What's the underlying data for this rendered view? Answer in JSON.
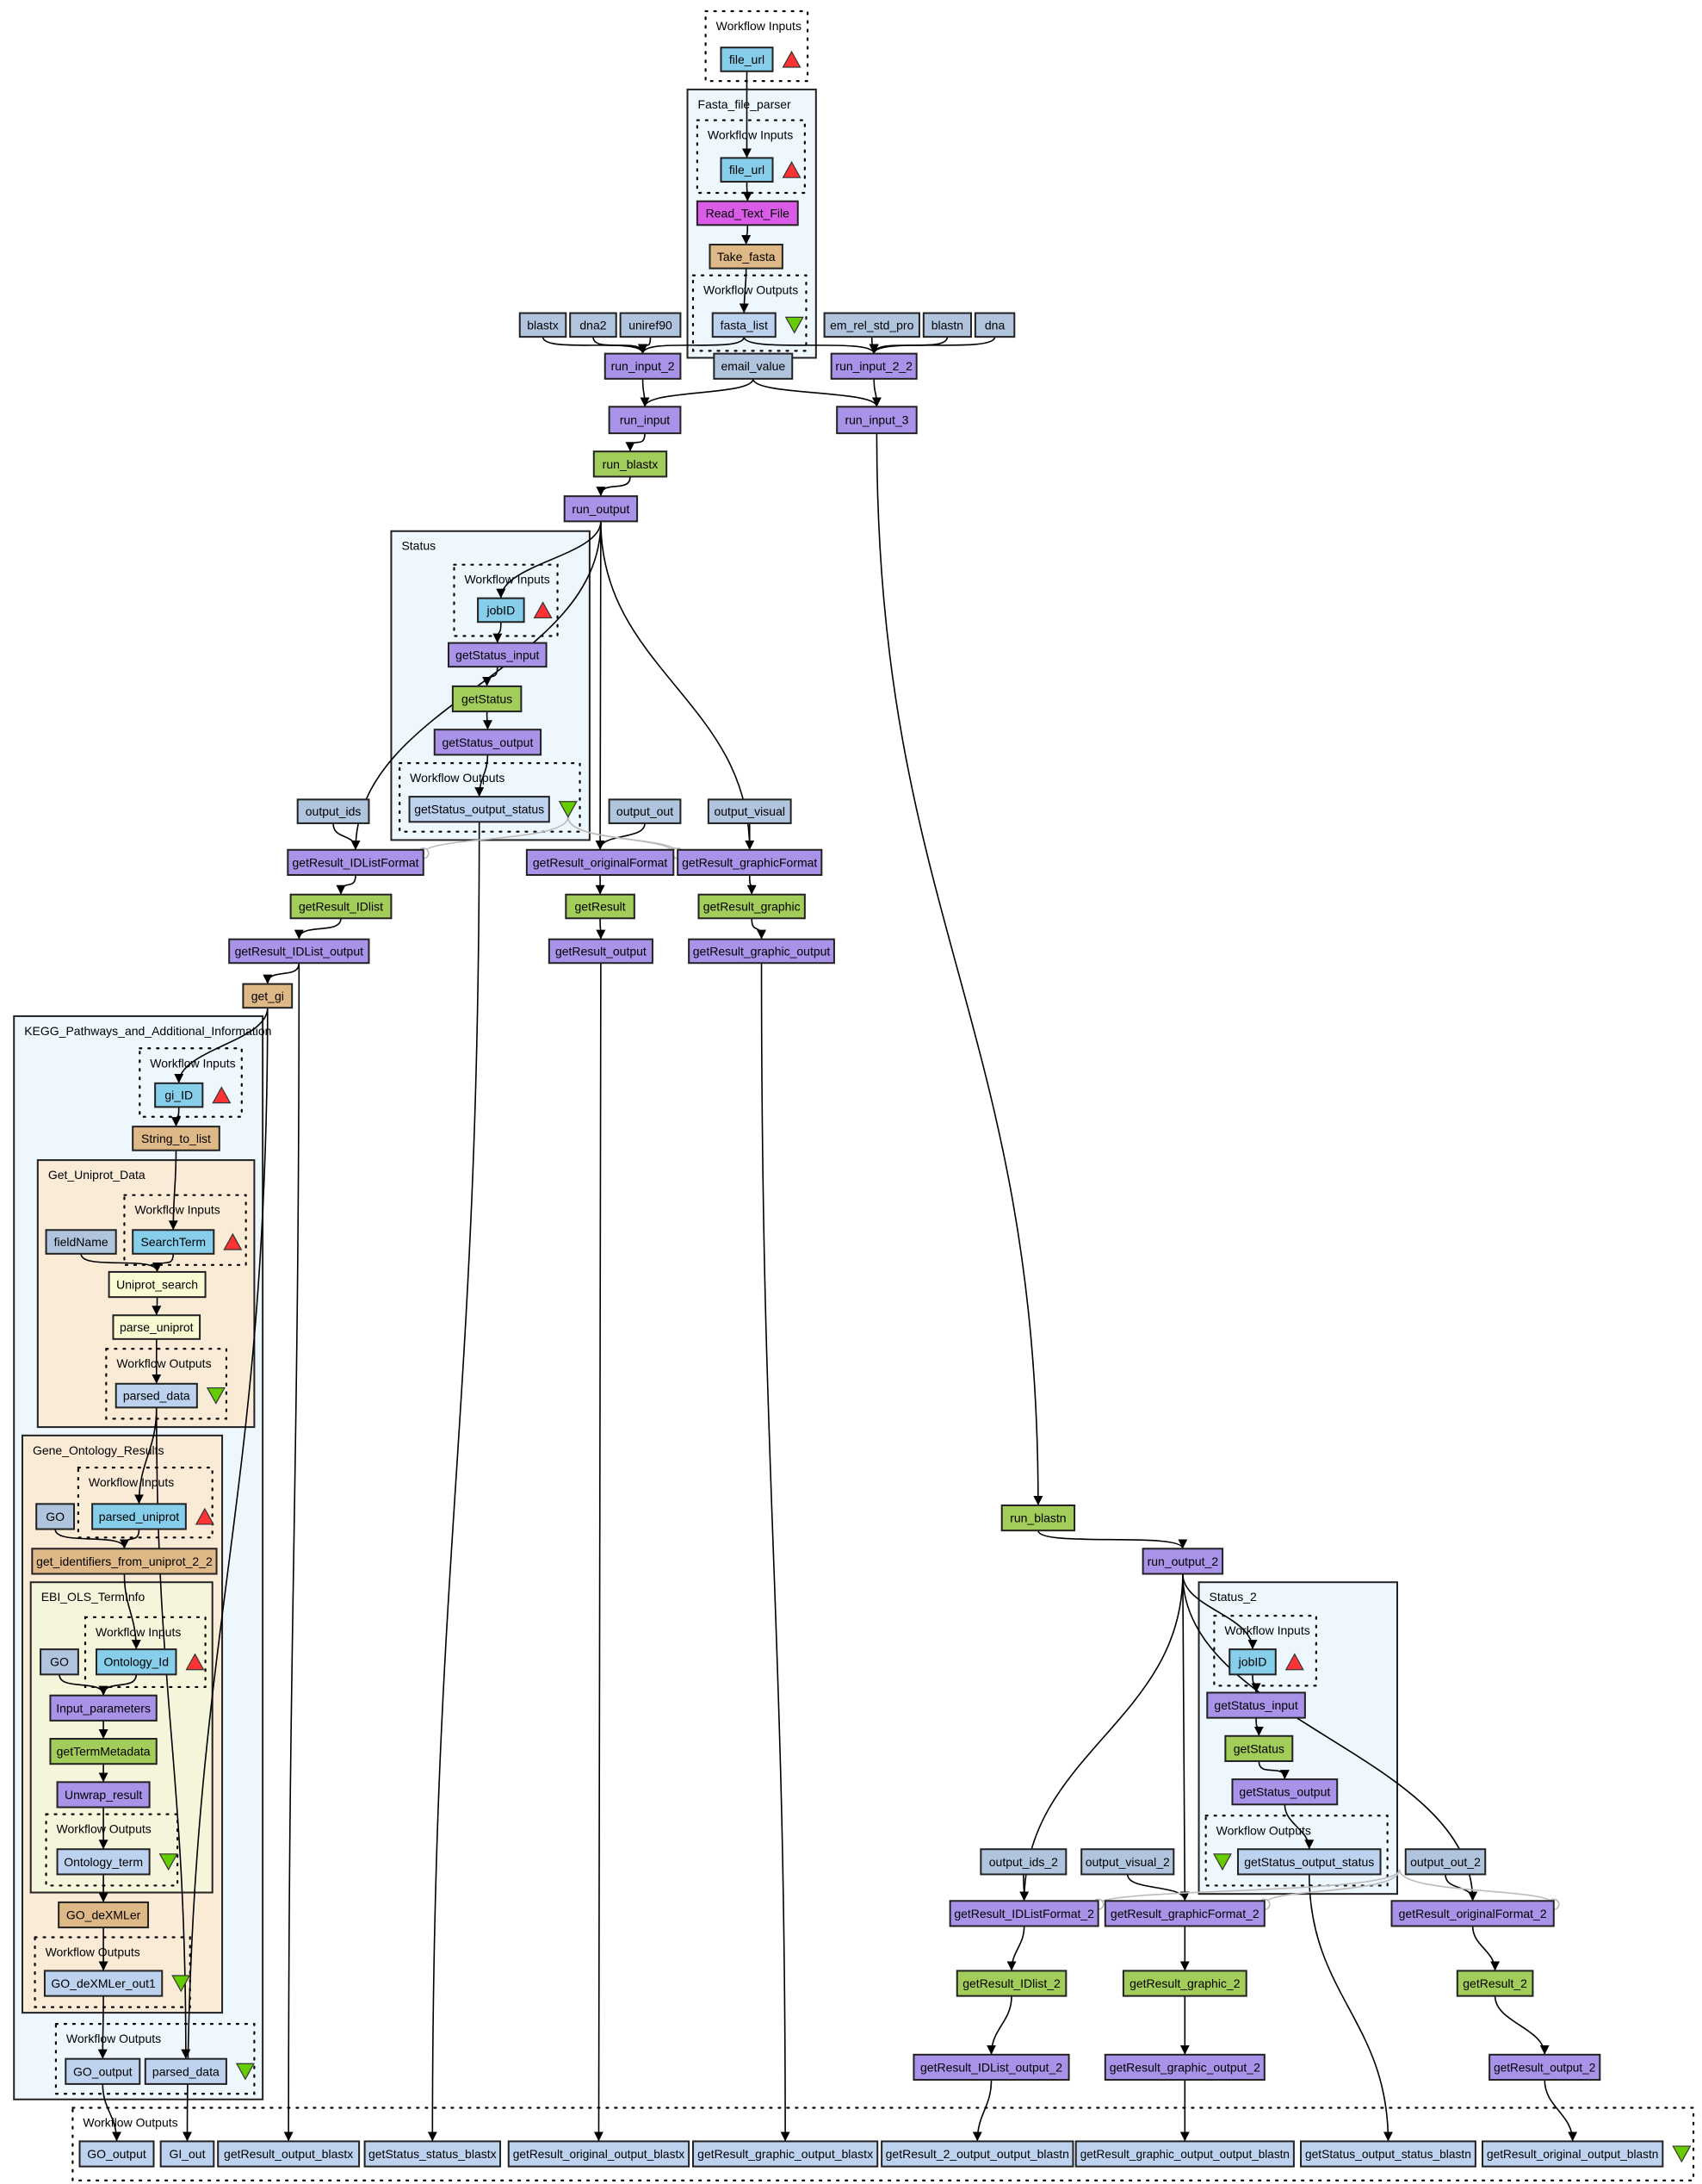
{
  "colors": {
    "input_port": "#87ceeb",
    "constant": "#b0c4de",
    "output_port": "#bcd2ee",
    "service_purple": "#a993e9",
    "service_green": "#a2cd5a",
    "beanshell": "#deb887",
    "local_worker": "#da5be8",
    "xpath": "#fafad2",
    "cluster_blue": "#eef6fe",
    "cluster_tan": "#faebd7",
    "cluster_olive": "#f5f5dc",
    "input_marker": "#ff3333",
    "output_marker": "#66cc00"
  },
  "clusters": {
    "top_inputs": "Workflow Inputs",
    "fasta_parser": "Fasta_file_parser",
    "fasta_inputs": "Workflow Inputs",
    "fasta_outputs": "Workflow Outputs",
    "status": "Status",
    "status_inputs": "Workflow Inputs",
    "status_outputs": "Workflow Outputs",
    "kegg": "KEGG_Pathways_and_Additional_Information",
    "kegg_inputs": "Workflow Inputs",
    "uniprot": "Get_Uniprot_Data",
    "uniprot_inputs": "Workflow Inputs",
    "uniprot_outputs": "Workflow Outputs",
    "go_results": "Gene_Ontology_Results",
    "go_inputs": "Workflow Inputs",
    "ebi": "EBI_OLS_TermInfo",
    "ebi_inputs": "Workflow Inputs",
    "ebi_outputs": "Workflow Outputs",
    "go_outputs": "Workflow Outputs",
    "kegg_outputs": "Workflow Outputs",
    "status2": "Status_2",
    "status2_inputs": "Workflow Inputs",
    "status2_outputs": "Workflow Outputs",
    "main_outputs": "Workflow Outputs"
  },
  "nodes": {
    "file_url_top": "file_url",
    "file_url_inner": "file_url",
    "read_text_file": "Read_Text_File",
    "take_fasta": "Take_fasta",
    "fasta_list": "fasta_list",
    "blastx": "blastx",
    "dna2": "dna2",
    "uniref90": "uniref90",
    "em_rel_std_pro": "em_rel_std_pro",
    "blastn": "blastn",
    "dna": "dna",
    "run_input_2": "run_input_2",
    "email_value": "email_value",
    "run_input_2_2": "run_input_2_2",
    "run_input": "run_input",
    "run_input_3": "run_input_3",
    "run_blastx": "run_blastx",
    "run_output": "run_output",
    "jobid": "jobID",
    "getstatus_input": "getStatus_input",
    "getstatus": "getStatus",
    "getstatus_output": "getStatus_output",
    "getstatus_output_status": "getStatus_output_status",
    "output_ids": "output_ids",
    "output_out": "output_out",
    "output_visual": "output_visual",
    "getresult_idlistformat": "getResult_IDListFormat",
    "getresult_originalformat": "getResult_originalFormat",
    "getresult_graphicformat": "getResult_graphicFormat",
    "getresult_idlist": "getResult_IDlist",
    "getresult": "getResult",
    "getresult_graphic": "getResult_graphic",
    "getresult_idlist_output": "getResult_IDList_output",
    "getresult_output": "getResult_output",
    "getresult_graphic_output": "getResult_graphic_output",
    "get_gi": "get_gi",
    "gi_id": "gi_ID",
    "string_to_list": "String_to_list",
    "fieldname": "fieldName",
    "searchterm": "SearchTerm",
    "uniprot_search": "Uniprot_search",
    "parse_uniprot": "parse_uniprot",
    "parsed_data_inner": "parsed_data",
    "go_const_1": "GO",
    "parsed_uniprot": "parsed_uniprot",
    "get_identifiers": "get_identifiers_from_uniprot_2_2",
    "go_const_2": "GO",
    "ontology_id": "Ontology_Id",
    "input_parameters": "Input_parameters",
    "gettermmetadata": "getTermMetadata",
    "unwrap_result": "Unwrap_result",
    "ontology_term": "Ontology_term",
    "go_dexmler": "GO_deXMLer",
    "go_dexmler_out1": "GO_deXMLer_out1",
    "go_output_inner": "GO_output",
    "parsed_data_outer": "parsed_data",
    "run_blastn": "run_blastn",
    "run_output_2": "run_output_2",
    "jobid_2": "jobID",
    "getstatus_input_2": "getStatus_input",
    "getstatus_2": "getStatus",
    "getstatus_output_2": "getStatus_output",
    "getstatus_output_status_2": "getStatus_output_status",
    "output_ids_2": "output_ids_2",
    "output_visual_2": "output_visual_2",
    "output_out_2": "output_out_2",
    "getresult_idlistformat_2": "getResult_IDListFormat_2",
    "getresult_graphicformat_2": "getResult_graphicFormat_2",
    "getresult_originalformat_2": "getResult_originalFormat_2",
    "getresult_idlist_2": "getResult_IDlist_2",
    "getresult_graphic_2": "getResult_graphic_2",
    "getresult_2": "getResult_2",
    "getresult_idlist_output_2": "getResult_IDList_output_2",
    "getresult_graphic_output_2": "getResult_graphic_output_2",
    "getresult_output_2": "getResult_output_2",
    "out_go_output": "GO_output",
    "out_gi_out": "GI_out",
    "out_getresult_output_blastx": "getResult_output_blastx",
    "out_getstatus_status_blastx": "getStatus_status_blastx",
    "out_getresult_original_output_blastx": "getResult_original_output_blastx",
    "out_getresult_graphic_output_blastx": "getResult_graphic_output_blastx",
    "out_getresult_2_output_output_blastn": "getResult_2_output_output_blastn",
    "out_getresult_graphic_output_output_blastn": "getResult_graphic_output_output_blastn",
    "out_getstatus_output_status_blastn": "getStatus_output_status_blastn",
    "out_getresult_original_output_blastn": "getResult_original_output_blastn"
  }
}
